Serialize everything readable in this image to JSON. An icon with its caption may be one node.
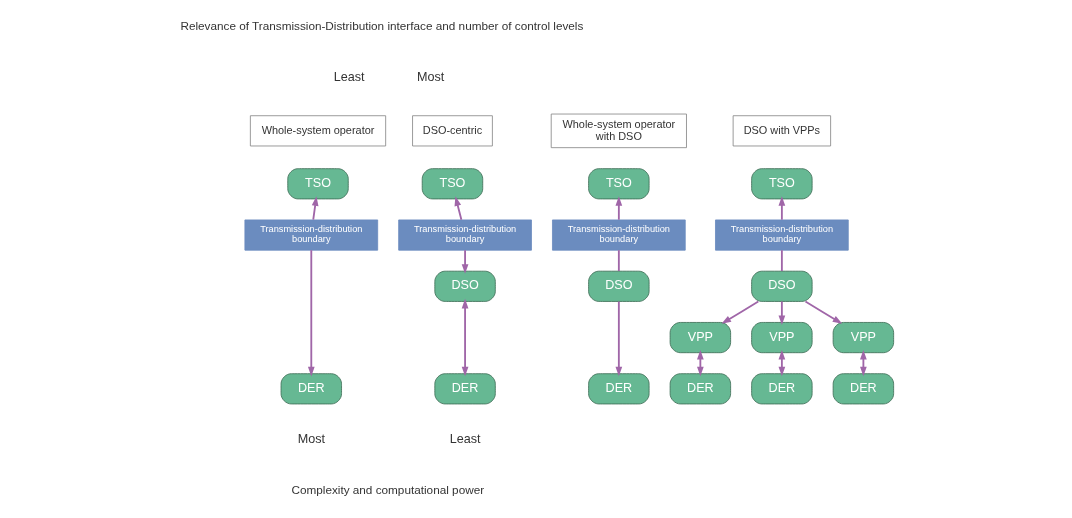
{
  "diagram": {
    "nodes": [
      {
        "text": [
          "Whole-system operator"
        ]
      },
      {
        "text": [
          "Whole-system operator with DSO"
        ]
      },
      {
        "text": [
          "DSO with VPPs"
        ]
      },
      {
        "text": [
          "DSO-centric"
        ]
      },
      {
        "text": [
          "TSO"
        ]
      },
      {
        "text": [
          "Transmission-distribution boundary"
        ]
      },
      {
        "text": [
          "DER"
        ]
      },
      {
        "text": [
          "TSO"
        ]
      },
      {
        "text": [
          "Transmission-distribution boundary"
        ]
      },
      {
        "text": [
          "DSO"
        ]
      },
      {
        "text": [
          "DER"
        ]
      },
      {
        "text": [
          "TSO"
        ]
      },
      {
        "text": [
          "Transmission-distribution boundary"
        ]
      },
      {
        "text": [
          "DSO"
        ]
      },
      {
        "text": [
          "VPP"
        ]
      },
      {
        "text": [
          "VPP"
        ]
      },
      {
        "text": [
          "VPP"
        ]
      },
      {
        "text": [
          "DER"
        ]
      },
      {
        "text": [
          "DER"
        ]
      },
      {
        "text": [
          "DER"
        ]
      },
      {
        "text": [
          "TSO"
        ]
      },
      {
        "text": [
          "Transmission-distribution boundary"
        ]
      },
      {
        "text": [
          "DSO"
        ]
      },
      {
        "text": [
          "DER"
        ]
      }
    ],
    "edges": [
      {
        "from": 5,
        "to": 4,
        "arrow": "to"
      },
      {
        "from": 5,
        "to": 6,
        "arrow": "to"
      },
      {
        "from": 8,
        "to": 7,
        "arrow": "to"
      },
      {
        "from": 9,
        "to": 8,
        "arrow": "none"
      },
      {
        "from": 9,
        "to": 10,
        "arrow": "to"
      },
      {
        "from": 12,
        "to": 11,
        "arrow": "to"
      },
      {
        "from": 13,
        "to": 12,
        "arrow": "none"
      },
      {
        "from": 13,
        "to": 14,
        "arrow": "to"
      },
      {
        "from": 13,
        "to": 15,
        "arrow": "to"
      },
      {
        "from": 13,
        "to": 16,
        "arrow": "to"
      },
      {
        "from": 14,
        "to": 17,
        "arrow": "both"
      },
      {
        "from": 15,
        "to": 18,
        "arrow": "both"
      },
      {
        "from": 16,
        "to": 19,
        "arrow": "both"
      },
      {
        "from": 21,
        "to": 20,
        "arrow": "to"
      },
      {
        "from": 21,
        "to": 22,
        "arrow": "to"
      },
      {
        "from": 22,
        "to": 23,
        "arrow": "both"
      }
    ],
    "labels": [
      "Relevance of Transmission-Distribution interface and number of control levels",
      "Least",
      "Most",
      "Most",
      "Least",
      "Complexity and computational power"
    ]
  }
}
